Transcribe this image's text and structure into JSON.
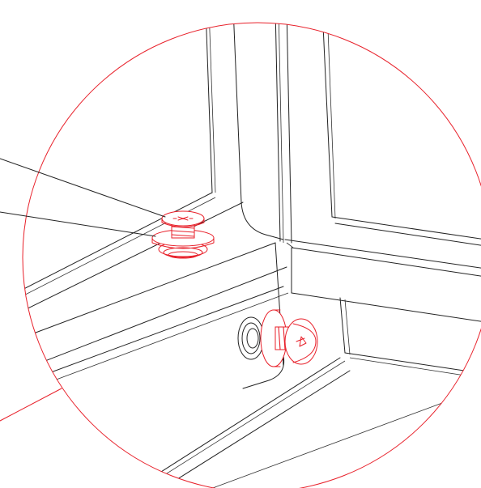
{
  "figure": {
    "description_type": "exploded-assembly-detail",
    "colors": {
      "highlight": "#e8202a",
      "outline": "#222222",
      "background": "#ffffff"
    },
    "callouts": [
      {
        "name": "leader-line-screw"
      },
      {
        "name": "leader-line-washer"
      }
    ],
    "icons": [
      "screw-icon",
      "washer-icon",
      "magnifier-circle"
    ]
  }
}
